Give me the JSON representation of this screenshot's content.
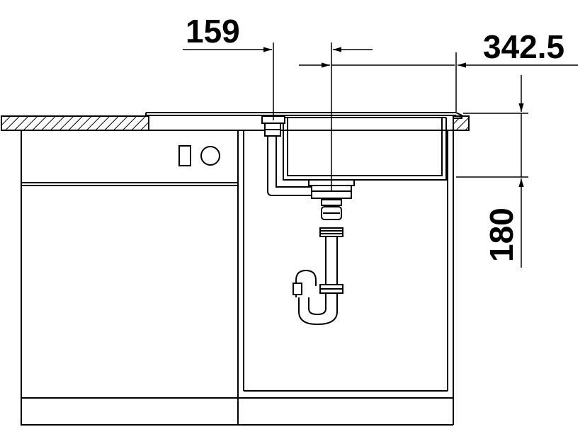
{
  "dimensions": {
    "horizontal_left": "159",
    "horizontal_right": "342.5",
    "vertical_depth": "180"
  },
  "colors": {
    "line": "#000000",
    "background": "#ffffff"
  }
}
